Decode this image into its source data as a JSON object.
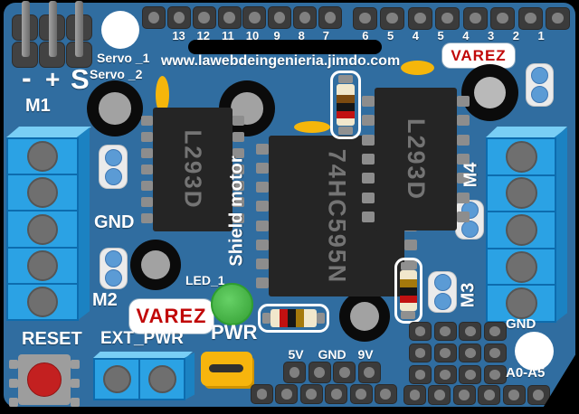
{
  "url": "www.lawebdeingenieria.jimdo.com",
  "brand": {
    "top": "VAREZ",
    "bottom": "VAREZ"
  },
  "digital_pins": {
    "left": [
      "13",
      "12",
      "11",
      "10",
      "9",
      "8",
      "7"
    ],
    "right": [
      "6",
      "5",
      "4",
      "5",
      "4",
      "3",
      "2",
      "1"
    ],
    "left_pin_count": 8,
    "right_pin_count": 8
  },
  "servo": {
    "line1": "Servo _1",
    "line2": "Servo _2"
  },
  "header_marks": {
    "minus": "-",
    "plus": "+",
    "s": "S"
  },
  "motors": {
    "m1": "M1",
    "m2": "M2",
    "m3": "M3",
    "m4": "M4"
  },
  "chips": {
    "left": {
      "label": "L293D",
      "pins_per_side": 7
    },
    "center": {
      "label": "74HC595N",
      "pins_per_side": 8
    },
    "right": {
      "label": "L293D",
      "pins_per_side": 7
    }
  },
  "title": "Shield motor",
  "labels": {
    "gnd_mid": "GND",
    "reset": "RESET",
    "ext_pwr": "EXT_PWR",
    "pwr": "PWR",
    "led": "LED_1",
    "gnd_right": "GND",
    "analog": "A0-A5"
  },
  "power": {
    "labels": [
      "5V",
      "GND",
      "9V"
    ],
    "top_row_pins": 4,
    "bottom_row_pins": 6
  },
  "right_grid": {
    "rows": 3,
    "cols": 4,
    "bottom_row_pins": 6
  },
  "terminals": {
    "left_cells": 5,
    "right_cells": 5,
    "ext_cells": 2
  },
  "colors": {
    "board_blue": "#306da0",
    "terminal_blue": "#2ba2e4",
    "brand_red": "#c10808",
    "led_green": "#4cc24c",
    "component_yellow": "#f5b60b",
    "reset_red": "#c32020",
    "jumper_blue": "#5b9bd5"
  }
}
